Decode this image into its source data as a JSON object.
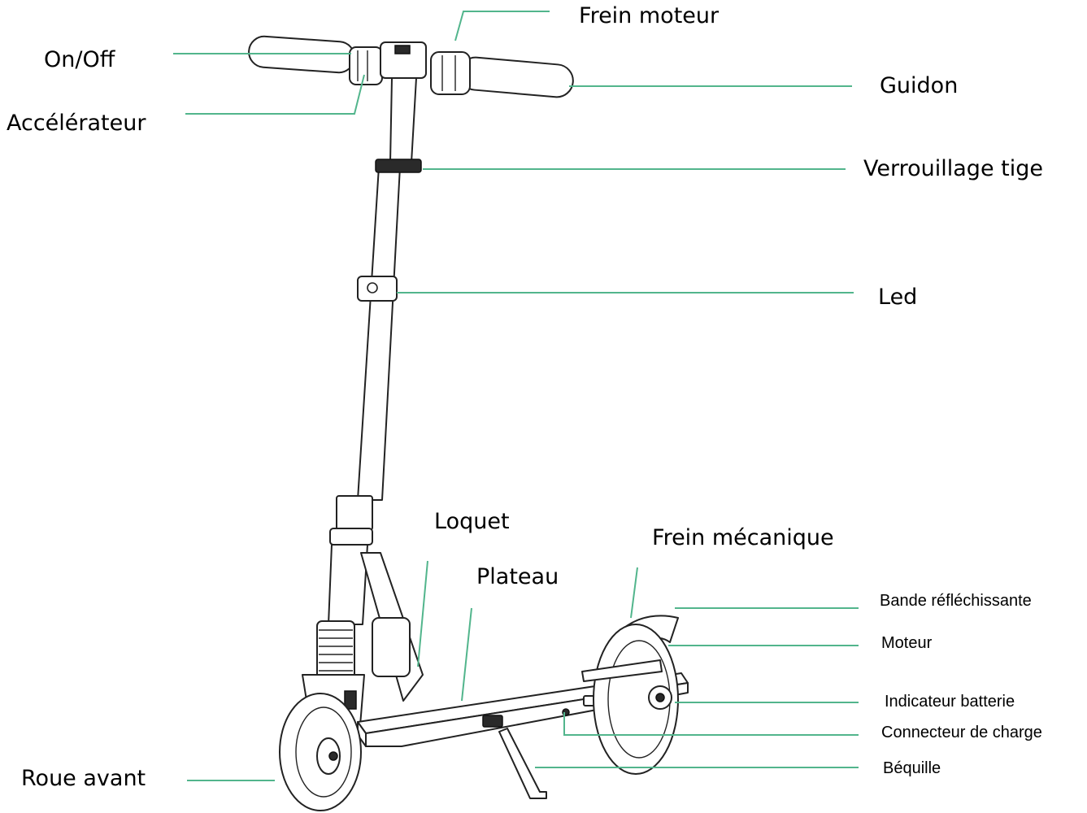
{
  "labels": {
    "frein_moteur": "Frein moteur",
    "on_off": "On/Off",
    "guidon": "Guidon",
    "accelerateur": "Accélérateur",
    "verrouillage_tige": "Verrouillage tige",
    "led": "Led",
    "loquet": "Loquet",
    "frein_mecanique": "Frein mécanique",
    "plateau": "Plateau",
    "bande_reflechissante": "Bande réfléchissante",
    "moteur": "Moteur",
    "indicateur_batterie": "Indicateur batterie",
    "connecteur_de_charge": "Connecteur de charge",
    "bequille": "Béquille",
    "roue_avant": "Roue avant"
  },
  "colors": {
    "leader_line": "#52b58c",
    "drawing_ink": "#222222"
  }
}
